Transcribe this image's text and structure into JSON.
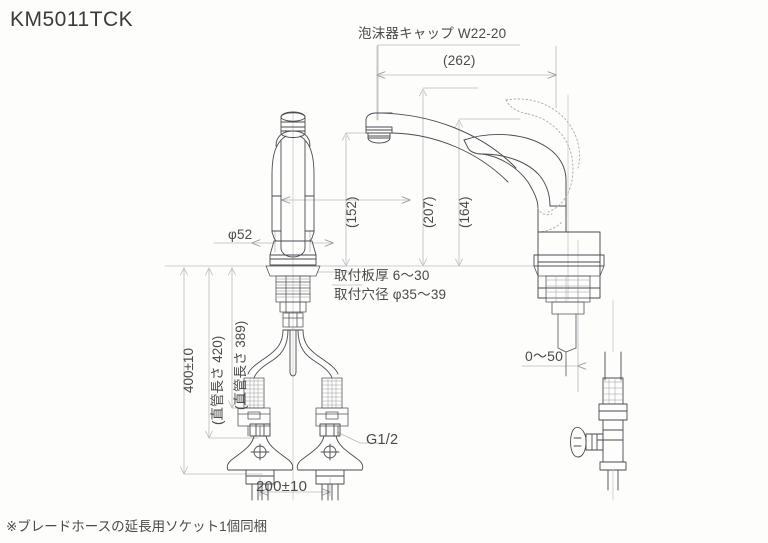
{
  "drawing": {
    "model_title": "KM5011TCK",
    "footnote": "※ブレードホースの延長用ソケット1個同梱",
    "colors": {
      "background": "#fdfefb",
      "outline": "#3f3f46",
      "thin_line": "#6b6b72",
      "dimension_line": "#b9b9bd",
      "text": "#4a4a4a",
      "hidden_line": "#9a9aa2"
    },
    "labels": {
      "aerator_cap": "泡沫器キャップ W22-20",
      "reach_262": "(262)",
      "height_152": "(152)",
      "height_207": "(207)",
      "height_164": "(164)",
      "diameter_52": "φ52",
      "plate_thickness": "取付板厚 6〜30",
      "hole_diameter": "取付穴径 φ35〜39",
      "total_length": "400±10",
      "straight_pipe_420": "(直管長さ 420)",
      "straight_pipe_389": "(直管長さ 389)",
      "spread_200": "200±10",
      "thread_g12": "G1/2",
      "clearance_0_50": "0〜50"
    }
  }
}
